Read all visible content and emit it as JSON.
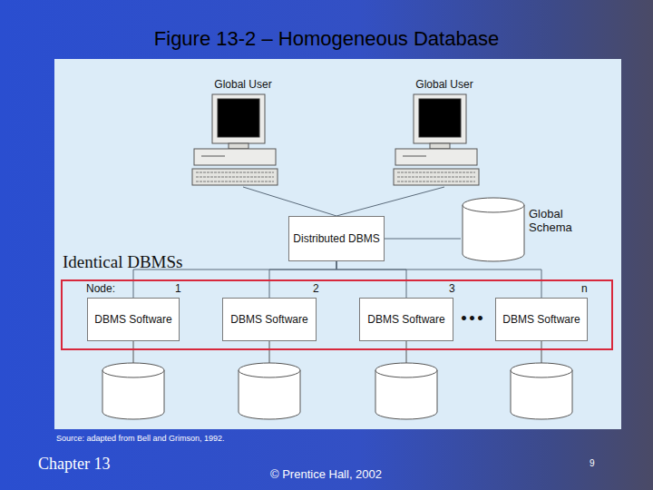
{
  "diagram": {
    "title": "Figure 13-2 – Homogeneous Database",
    "nodes": [
      {
        "text": [
          "Global User"
        ]
      },
      {
        "text": [
          "Global User"
        ]
      },
      {
        "text": [
          "Distributed DBMS"
        ]
      },
      {
        "text": [
          "Global Schema"
        ]
      },
      {
        "text": [
          "Identical DBMSs"
        ]
      },
      {
        "text": [
          "DBMS Software"
        ],
        "in": 4
      },
      {
        "text": [
          "DBMS Software"
        ],
        "in": 4
      },
      {
        "text": [
          "DBMS Software"
        ],
        "in": 4
      },
      {
        "text": [
          "DBMS Software"
        ],
        "in": 4
      }
    ],
    "edges": [
      {
        "from": 0,
        "to": 2,
        "arrow": "none"
      },
      {
        "from": 1,
        "to": 2,
        "arrow": "none"
      },
      {
        "from": 2,
        "to": 3,
        "arrow": "none"
      },
      {
        "from": 2,
        "to": 5,
        "arrow": "none"
      },
      {
        "from": 2,
        "to": 6,
        "arrow": "none"
      },
      {
        "from": 2,
        "to": 7,
        "arrow": "none"
      },
      {
        "from": 2,
        "to": 8,
        "arrow": "none"
      }
    ],
    "labels": [
      "Node:",
      "1",
      "2",
      "3",
      "n",
      "•••",
      "Source: adapted from Bell and Grimson, 1992.",
      "Chapter 13",
      "© Prentice Hall, 2002",
      "9"
    ]
  }
}
